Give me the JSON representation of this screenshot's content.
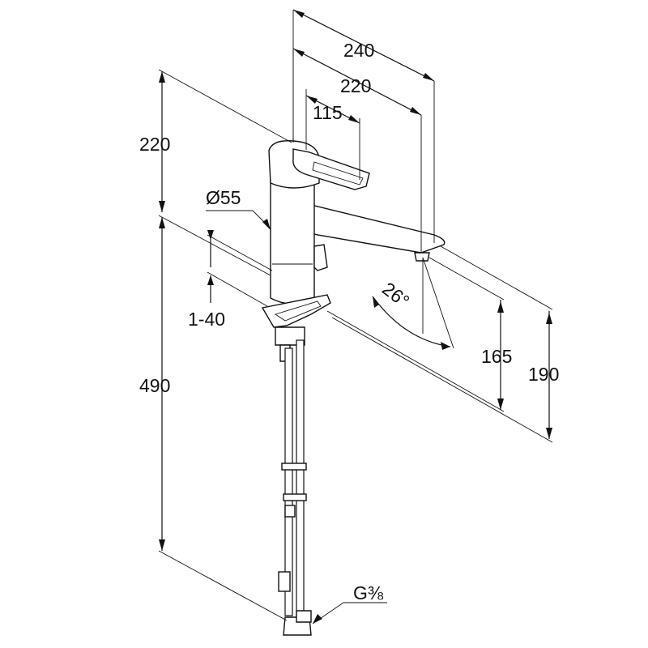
{
  "dimensions": {
    "width_total": "240",
    "width_spout": "220",
    "width_lever": "115",
    "height_lever": "220",
    "diameter": "Ø55",
    "deck_thickness": "1-40",
    "hose_length": "490",
    "aerator_height": "165",
    "spout_height": "190",
    "swivel_angle": "26°",
    "connection": "G⅜"
  }
}
